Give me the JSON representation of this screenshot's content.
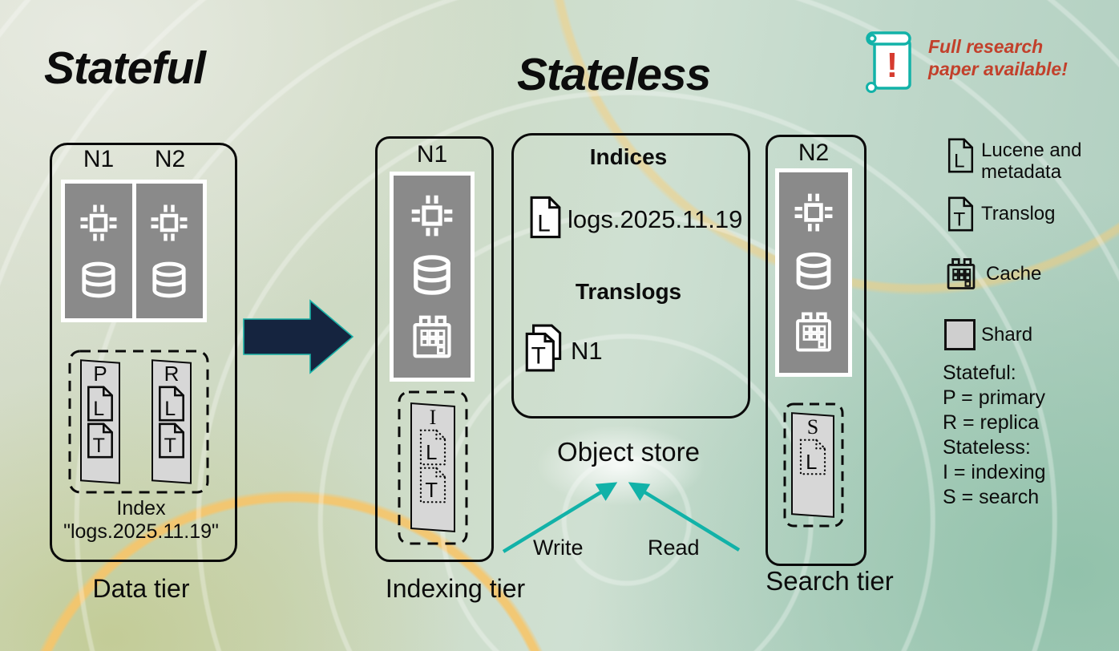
{
  "titles": {
    "stateful": "Stateful",
    "stateless": "Stateless"
  },
  "banner": {
    "line1": "Full research",
    "line2": "paper available!",
    "icon": "scroll-exclamation-icon",
    "exclamation": "!"
  },
  "stateful": {
    "node_labels": [
      "N1",
      "N2"
    ],
    "shards": [
      {
        "label": "P",
        "docs": [
          "L",
          "T"
        ]
      },
      {
        "label": "R",
        "docs": [
          "L",
          "T"
        ]
      }
    ],
    "index_caption_line1": "Index",
    "index_caption_line2": "\"logs.2025.11.19\"",
    "tier_caption": "Data tier"
  },
  "indexing_tier": {
    "node_label": "N1",
    "shard": {
      "label": "I",
      "docs": [
        "L",
        "T"
      ]
    },
    "caption": "Indexing tier"
  },
  "object_store": {
    "label": "Object store",
    "box": {
      "indices_heading": "Indices",
      "index_doc_letter": "L",
      "index_name": "logs.2025.11.19",
      "translogs_heading": "Translogs",
      "translog_doc_letter": "T",
      "translog_name": "N1"
    },
    "write_label": "Write",
    "read_label": "Read"
  },
  "search_tier": {
    "node_label": "N2",
    "shard": {
      "label": "S",
      "docs": [
        "L"
      ]
    },
    "caption": "Search tier"
  },
  "legend": {
    "items": [
      {
        "icon": "lucene-doc-icon",
        "letter": "L",
        "label": "Lucene and metadata"
      },
      {
        "icon": "translog-doc-icon",
        "letter": "T",
        "label": "Translog"
      },
      {
        "icon": "cache-icon",
        "label": "Cache"
      },
      {
        "icon": "shard-swatch",
        "label": "Shard"
      }
    ],
    "notes": [
      "Stateful:",
      "P = primary",
      "R = replica",
      "Stateless:",
      "I = indexing",
      "S = search"
    ]
  },
  "colors": {
    "accent_teal": "#12b2a8",
    "arrow_navy": "#15243f",
    "alert_red": "#c2402b",
    "node_gray": "#8a8a8a",
    "shard_gray": "#d7d7d7"
  }
}
